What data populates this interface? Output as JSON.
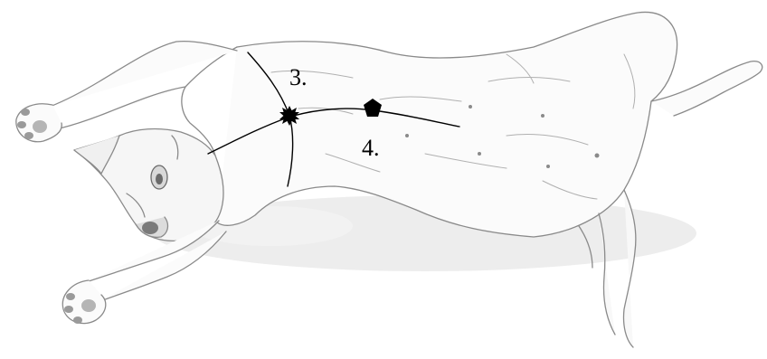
{
  "figure": {
    "subject": "dog-lying-on-back-sketch",
    "labels": {
      "line_3": "3.",
      "line_4": "4."
    },
    "markers": {
      "star": "star-marker",
      "pentagon": "pentagon-marker"
    },
    "colors": {
      "sketch": "#8a8a8a",
      "sketch_dark": "#5e5e5e",
      "shade": "#cfcfcf",
      "ink": "#000000",
      "background": "#ffffff"
    }
  }
}
